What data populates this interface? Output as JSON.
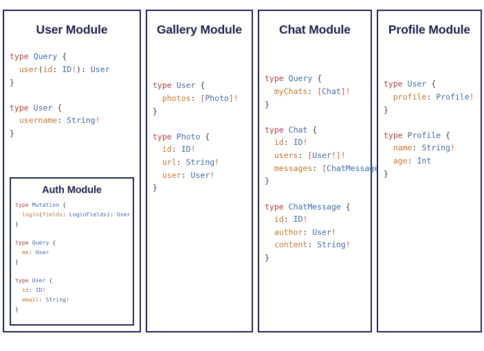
{
  "diagram": {
    "title_color": "#1f1f4d",
    "border_color": "#20235c",
    "background": "#ffffff",
    "syntax_colors": {
      "keyword": "#b0413e",
      "type_name": "#4169b0",
      "field_name": "#c9772f",
      "punctuation": "#3b3b52",
      "non_null_bang": "#d0563f"
    }
  },
  "modules": [
    {
      "id": "user",
      "title": "User Module",
      "blocks": [
        {
          "lines": [
            [
              {
                "t": "type",
                "c": "kw"
              },
              {
                "t": " ",
                "c": "punc"
              },
              {
                "t": "Query",
                "c": "type"
              },
              {
                "t": " {",
                "c": "punc"
              }
            ],
            [
              {
                "t": "  ",
                "c": "punc"
              },
              {
                "t": "user",
                "c": "field"
              },
              {
                "t": "(",
                "c": "punc"
              },
              {
                "t": "id",
                "c": "arg"
              },
              {
                "t": ": ",
                "c": "punc"
              },
              {
                "t": "ID",
                "c": "type"
              },
              {
                "t": "!",
                "c": "bang"
              },
              {
                "t": ")",
                "c": "punc"
              },
              {
                "t": ": ",
                "c": "punc"
              },
              {
                "t": "User",
                "c": "type"
              }
            ],
            [
              {
                "t": "}",
                "c": "punc"
              }
            ]
          ]
        },
        {
          "lines": [
            [
              {
                "t": "type",
                "c": "kw"
              },
              {
                "t": " ",
                "c": "punc"
              },
              {
                "t": "User",
                "c": "type"
              },
              {
                "t": " {",
                "c": "punc"
              }
            ],
            [
              {
                "t": "  ",
                "c": "punc"
              },
              {
                "t": "username",
                "c": "field"
              },
              {
                "t": ": ",
                "c": "punc"
              },
              {
                "t": "String",
                "c": "type"
              },
              {
                "t": "!",
                "c": "bang"
              }
            ],
            [
              {
                "t": "}",
                "c": "punc"
              }
            ]
          ]
        }
      ],
      "nested": {
        "id": "auth",
        "title": "Auth Module",
        "blocks": [
          {
            "lines": [
              [
                {
                  "t": "type",
                  "c": "kw"
                },
                {
                  "t": " ",
                  "c": "punc"
                },
                {
                  "t": "Mutation",
                  "c": "type"
                },
                {
                  "t": " {",
                  "c": "punc"
                }
              ],
              [
                {
                  "t": "  ",
                  "c": "punc"
                },
                {
                  "t": "login",
                  "c": "field"
                },
                {
                  "t": "(",
                  "c": "punc"
                },
                {
                  "t": "fields",
                  "c": "arg"
                },
                {
                  "t": ": ",
                  "c": "punc"
                },
                {
                  "t": "LoginFields",
                  "c": "type"
                },
                {
                  "t": ")",
                  "c": "punc"
                },
                {
                  "t": ": ",
                  "c": "punc"
                },
                {
                  "t": "User",
                  "c": "type"
                }
              ],
              [
                {
                  "t": "}",
                  "c": "punc"
                }
              ]
            ]
          },
          {
            "lines": [
              [
                {
                  "t": "type",
                  "c": "kw"
                },
                {
                  "t": " ",
                  "c": "punc"
                },
                {
                  "t": "Query",
                  "c": "type"
                },
                {
                  "t": " {",
                  "c": "punc"
                }
              ],
              [
                {
                  "t": "  ",
                  "c": "punc"
                },
                {
                  "t": "me",
                  "c": "field"
                },
                {
                  "t": ": ",
                  "c": "punc"
                },
                {
                  "t": "User",
                  "c": "type"
                }
              ],
              [
                {
                  "t": "}",
                  "c": "punc"
                }
              ]
            ]
          },
          {
            "lines": [
              [
                {
                  "t": "type",
                  "c": "kw"
                },
                {
                  "t": " ",
                  "c": "punc"
                },
                {
                  "t": "User",
                  "c": "type"
                },
                {
                  "t": " {",
                  "c": "punc"
                }
              ],
              [
                {
                  "t": "  ",
                  "c": "punc"
                },
                {
                  "t": "id",
                  "c": "field"
                },
                {
                  "t": ": ",
                  "c": "punc"
                },
                {
                  "t": "ID",
                  "c": "type"
                },
                {
                  "t": "!",
                  "c": "bang"
                }
              ],
              [
                {
                  "t": "  ",
                  "c": "punc"
                },
                {
                  "t": "email",
                  "c": "field"
                },
                {
                  "t": ": ",
                  "c": "punc"
                },
                {
                  "t": "String",
                  "c": "type"
                },
                {
                  "t": "!",
                  "c": "bang"
                }
              ],
              [
                {
                  "t": "}",
                  "c": "punc"
                }
              ]
            ]
          }
        ]
      }
    },
    {
      "id": "gallery",
      "title": "Gallery Module",
      "blocks": [
        {
          "lines": [
            [
              {
                "t": "type",
                "c": "kw"
              },
              {
                "t": " ",
                "c": "punc"
              },
              {
                "t": "User",
                "c": "type"
              },
              {
                "t": " {",
                "c": "punc"
              }
            ],
            [
              {
                "t": "  ",
                "c": "punc"
              },
              {
                "t": "photos",
                "c": "field"
              },
              {
                "t": ": ",
                "c": "punc"
              },
              {
                "t": "[",
                "c": "brk"
              },
              {
                "t": "Photo",
                "c": "type"
              },
              {
                "t": "]",
                "c": "brk"
              },
              {
                "t": "!",
                "c": "bang"
              }
            ],
            [
              {
                "t": "}",
                "c": "punc"
              }
            ]
          ]
        },
        {
          "lines": [
            [
              {
                "t": "type",
                "c": "kw"
              },
              {
                "t": " ",
                "c": "punc"
              },
              {
                "t": "Photo",
                "c": "type"
              },
              {
                "t": " {",
                "c": "punc"
              }
            ],
            [
              {
                "t": "  ",
                "c": "punc"
              },
              {
                "t": "id",
                "c": "field"
              },
              {
                "t": ": ",
                "c": "punc"
              },
              {
                "t": "ID",
                "c": "type"
              },
              {
                "t": "!",
                "c": "bang"
              }
            ],
            [
              {
                "t": "  ",
                "c": "punc"
              },
              {
                "t": "url",
                "c": "field"
              },
              {
                "t": ": ",
                "c": "punc"
              },
              {
                "t": "String",
                "c": "type"
              },
              {
                "t": "!",
                "c": "bang"
              }
            ],
            [
              {
                "t": "  ",
                "c": "punc"
              },
              {
                "t": "user",
                "c": "field"
              },
              {
                "t": ": ",
                "c": "punc"
              },
              {
                "t": "User",
                "c": "type"
              },
              {
                "t": "!",
                "c": "bang"
              }
            ],
            [
              {
                "t": "}",
                "c": "punc"
              }
            ]
          ]
        }
      ]
    },
    {
      "id": "chat",
      "title": "Chat Module",
      "blocks": [
        {
          "lines": [
            [
              {
                "t": "type",
                "c": "kw"
              },
              {
                "t": " ",
                "c": "punc"
              },
              {
                "t": "Query",
                "c": "type"
              },
              {
                "t": " {",
                "c": "punc"
              }
            ],
            [
              {
                "t": "  ",
                "c": "punc"
              },
              {
                "t": "myChats",
                "c": "field"
              },
              {
                "t": ": ",
                "c": "punc"
              },
              {
                "t": "[",
                "c": "brk"
              },
              {
                "t": "Chat",
                "c": "type"
              },
              {
                "t": "]",
                "c": "brk"
              },
              {
                "t": "!",
                "c": "bang"
              }
            ],
            [
              {
                "t": "}",
                "c": "punc"
              }
            ]
          ]
        },
        {
          "lines": [
            [
              {
                "t": "type",
                "c": "kw"
              },
              {
                "t": " ",
                "c": "punc"
              },
              {
                "t": "Chat",
                "c": "type"
              },
              {
                "t": " {",
                "c": "punc"
              }
            ],
            [
              {
                "t": "  ",
                "c": "punc"
              },
              {
                "t": "id",
                "c": "field"
              },
              {
                "t": ": ",
                "c": "punc"
              },
              {
                "t": "ID",
                "c": "type"
              },
              {
                "t": "!",
                "c": "bang"
              }
            ],
            [
              {
                "t": "  ",
                "c": "punc"
              },
              {
                "t": "users",
                "c": "field"
              },
              {
                "t": ": ",
                "c": "punc"
              },
              {
                "t": "[",
                "c": "brk"
              },
              {
                "t": "User",
                "c": "type"
              },
              {
                "t": "!",
                "c": "bang"
              },
              {
                "t": "]",
                "c": "brk"
              },
              {
                "t": "!",
                "c": "bang"
              }
            ],
            [
              {
                "t": "  ",
                "c": "punc"
              },
              {
                "t": "messages",
                "c": "field"
              },
              {
                "t": ": ",
                "c": "punc"
              },
              {
                "t": "[",
                "c": "brk"
              },
              {
                "t": "ChatMessage",
                "c": "type"
              },
              {
                "t": "]",
                "c": "brk"
              },
              {
                "t": "!",
                "c": "bang"
              }
            ],
            [
              {
                "t": "}",
                "c": "punc"
              }
            ]
          ]
        },
        {
          "lines": [
            [
              {
                "t": "type",
                "c": "kw"
              },
              {
                "t": " ",
                "c": "punc"
              },
              {
                "t": "ChatMessage",
                "c": "type"
              },
              {
                "t": " {",
                "c": "punc"
              }
            ],
            [
              {
                "t": "  ",
                "c": "punc"
              },
              {
                "t": "id",
                "c": "field"
              },
              {
                "t": ": ",
                "c": "punc"
              },
              {
                "t": "ID",
                "c": "type"
              },
              {
                "t": "!",
                "c": "bang"
              }
            ],
            [
              {
                "t": "  ",
                "c": "punc"
              },
              {
                "t": "author",
                "c": "field"
              },
              {
                "t": ": ",
                "c": "punc"
              },
              {
                "t": "User",
                "c": "type"
              },
              {
                "t": "!",
                "c": "bang"
              }
            ],
            [
              {
                "t": "  ",
                "c": "punc"
              },
              {
                "t": "content",
                "c": "field"
              },
              {
                "t": ": ",
                "c": "punc"
              },
              {
                "t": "String",
                "c": "type"
              },
              {
                "t": "!",
                "c": "bang"
              }
            ],
            [
              {
                "t": "}",
                "c": "punc"
              }
            ]
          ]
        }
      ]
    },
    {
      "id": "profile",
      "title": "Profile Module",
      "blocks": [
        {
          "lines": [
            [
              {
                "t": "type",
                "c": "kw"
              },
              {
                "t": " ",
                "c": "punc"
              },
              {
                "t": "User",
                "c": "type"
              },
              {
                "t": " {",
                "c": "punc"
              }
            ],
            [
              {
                "t": "  ",
                "c": "punc"
              },
              {
                "t": "profile",
                "c": "field"
              },
              {
                "t": ": ",
                "c": "punc"
              },
              {
                "t": "Profile",
                "c": "type"
              },
              {
                "t": "!",
                "c": "bang"
              }
            ],
            [
              {
                "t": "}",
                "c": "punc"
              }
            ]
          ]
        },
        {
          "lines": [
            [
              {
                "t": "type",
                "c": "kw"
              },
              {
                "t": " ",
                "c": "punc"
              },
              {
                "t": "Profile",
                "c": "type"
              },
              {
                "t": " {",
                "c": "punc"
              }
            ],
            [
              {
                "t": "  ",
                "c": "punc"
              },
              {
                "t": "name",
                "c": "field"
              },
              {
                "t": ": ",
                "c": "punc"
              },
              {
                "t": "String",
                "c": "type"
              },
              {
                "t": "!",
                "c": "bang"
              }
            ],
            [
              {
                "t": "  ",
                "c": "punc"
              },
              {
                "t": "age",
                "c": "field"
              },
              {
                "t": ": ",
                "c": "punc"
              },
              {
                "t": "Int",
                "c": "type"
              }
            ],
            [
              {
                "t": "}",
                "c": "punc"
              }
            ]
          ]
        }
      ]
    }
  ]
}
